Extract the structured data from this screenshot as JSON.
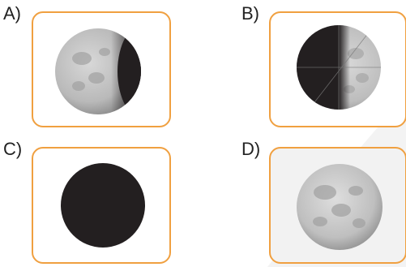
{
  "colors": {
    "card_border": "#f0a040",
    "moon_light": "#c9c9c9",
    "moon_dark": "#231f20"
  },
  "options": [
    {
      "label": "A)",
      "phase": "waning-gibbous-icon"
    },
    {
      "label": "B)",
      "phase": "last-quarter-icon"
    },
    {
      "label": "C)",
      "phase": "new-moon-icon"
    },
    {
      "label": "D)",
      "phase": "full-moon-icon"
    }
  ]
}
